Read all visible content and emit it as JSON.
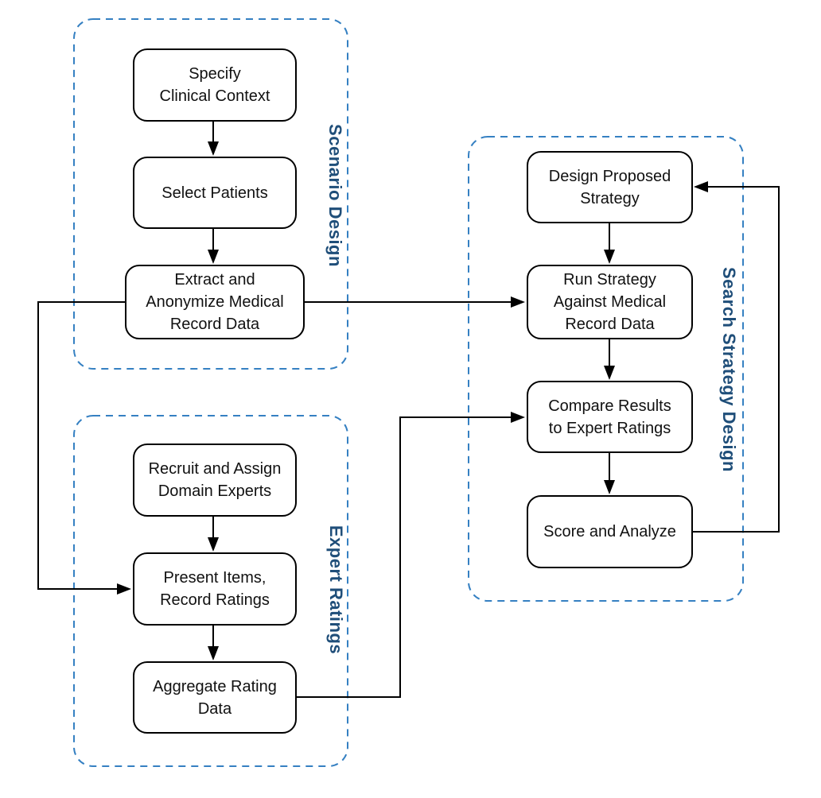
{
  "colors": {
    "background": "#ffffff",
    "node-fill": "#ffffff",
    "node-border": "#000000",
    "node-text": "#111111",
    "group-border": "#3580c2",
    "group-label": "#1f4e79",
    "connector": "#000000"
  },
  "groups": [
    {
      "label": "Scenario Design",
      "nodes": [
        {
          "label": "Specify\nClinical Context"
        },
        {
          "label": "Select Patients"
        },
        {
          "label": "Extract and\nAnonymize Medical\nRecord Data"
        }
      ]
    },
    {
      "label": "Expert Ratings",
      "nodes": [
        {
          "label": "Recruit and Assign\nDomain Experts"
        },
        {
          "label": "Present Items,\nRecord Ratings"
        },
        {
          "label": "Aggregate Rating\nData"
        }
      ]
    },
    {
      "label": "Search Strategy Design",
      "nodes": [
        {
          "label": "Design Proposed\nStrategy"
        },
        {
          "label": "Run Strategy\nAgainst Medical\nRecord Data"
        },
        {
          "label": "Compare Results\nto Expert Ratings"
        },
        {
          "label": "Score and Analyze"
        }
      ]
    }
  ],
  "edges": [
    {
      "from": "Specify Clinical Context",
      "to": "Select Patients"
    },
    {
      "from": "Select Patients",
      "to": "Extract and Anonymize Medical Record Data"
    },
    {
      "from": "Extract and Anonymize Medical Record Data",
      "to": "Run Strategy Against Medical Record Data"
    },
    {
      "from": "Extract and Anonymize Medical Record Data",
      "to": "Present Items, Record Ratings"
    },
    {
      "from": "Recruit and Assign Domain Experts",
      "to": "Present Items, Record Ratings"
    },
    {
      "from": "Present Items, Record Ratings",
      "to": "Aggregate Rating Data"
    },
    {
      "from": "Aggregate Rating Data",
      "to": "Compare Results to Expert Ratings"
    },
    {
      "from": "Design Proposed Strategy",
      "to": "Run Strategy Against Medical Record Data"
    },
    {
      "from": "Run Strategy Against Medical Record Data",
      "to": "Compare Results to Expert Ratings"
    },
    {
      "from": "Compare Results to Expert Ratings",
      "to": "Score and Analyze"
    },
    {
      "from": "Score and Analyze",
      "to": "Design Proposed Strategy"
    }
  ]
}
